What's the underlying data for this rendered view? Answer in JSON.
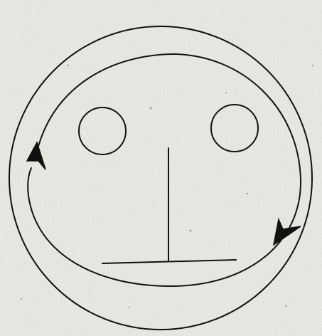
{
  "diagram": {
    "colors": {
      "paper": "#ecebe6",
      "ink": "#111111",
      "speckle": "#8a8a86"
    },
    "icons": {
      "outer_ring": "outer-circle",
      "left_eye": "circle",
      "right_eye": "circle",
      "nose": "vertical-line",
      "mouth": "horizontal-line",
      "inner_loop": "curved-arrow-loop",
      "arrow_left": "arrowhead-up",
      "arrow_right": "arrowhead-down"
    }
  }
}
